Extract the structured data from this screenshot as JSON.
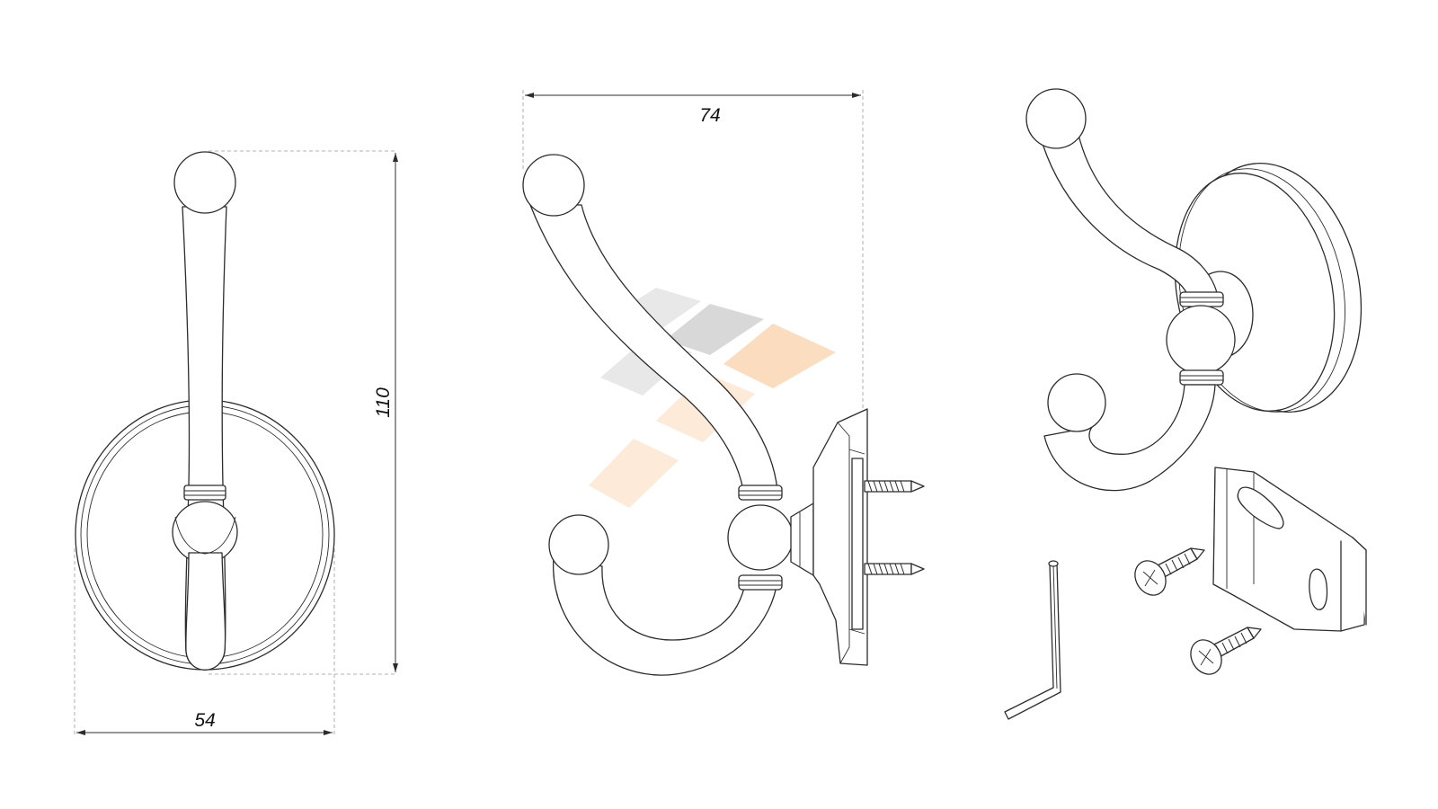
{
  "dimensions": {
    "width": "54",
    "height": "110",
    "depth": "74"
  },
  "colors": {
    "line": "#2c2c2c",
    "extension_line": "#9a9a9a",
    "watermark_gray_dark": "#d4d4d4",
    "watermark_gray_light": "#e6e6e6",
    "watermark_orange": "#fbd9b8",
    "watermark_orange_light": "#fde8d4"
  },
  "views": [
    "front-view",
    "side-view",
    "isometric-view",
    "mounting-kit"
  ]
}
